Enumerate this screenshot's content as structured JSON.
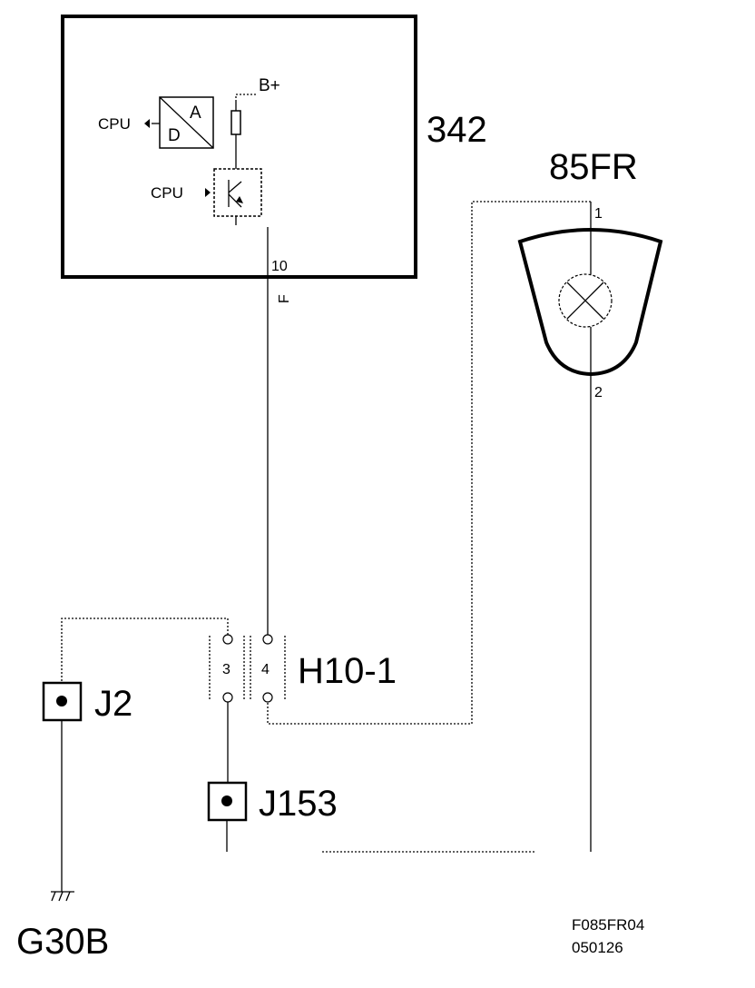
{
  "ecu": {
    "number": "342",
    "cpu_in_label": "CPU",
    "cpu_out_label": "CPU",
    "ad_a": "A",
    "ad_d": "D",
    "supply_label": "B+",
    "pin": "10",
    "pin_code": "F"
  },
  "lamp": {
    "number": "85FR",
    "pin1": "1",
    "pin2": "2"
  },
  "connector": {
    "name": "H10-1",
    "pin_left": "3",
    "pin_right": "4"
  },
  "splices": {
    "j2": "J2",
    "j153": "J153"
  },
  "ground": {
    "name": "G30B"
  },
  "footer": {
    "code": "F085FR04",
    "date": "050126"
  }
}
